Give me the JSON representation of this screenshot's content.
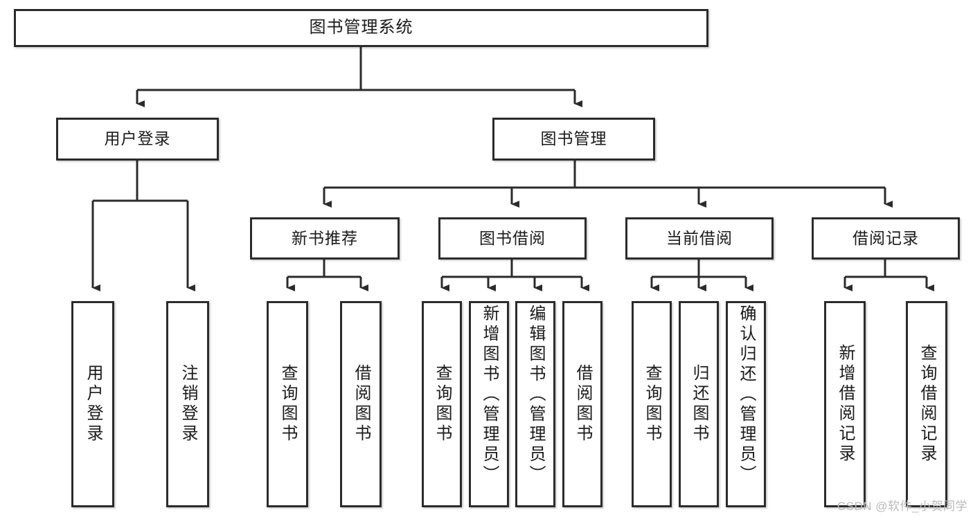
{
  "diagram": {
    "title_text": "图书管理系统",
    "type": "hierarchy-tree",
    "watermark": "CSDN @软件_小贺同学",
    "colors": {
      "stroke": "#2b2b2b",
      "fill": "#ffffff",
      "text": "#1a1a1a",
      "watermark": "#b9b9b9"
    },
    "nodes": {
      "root": {
        "label": "图书管理系统"
      },
      "level2": [
        {
          "label": "用户登录"
        },
        {
          "label": "图书管理"
        }
      ],
      "level3": [
        {
          "label": "新书推荐"
        },
        {
          "label": "图书借阅"
        },
        {
          "label": "当前借阅"
        },
        {
          "label": "借阅记录"
        }
      ],
      "leaves": {
        "user_login": [
          {
            "label": "用户登录"
          },
          {
            "label": "注销登录"
          }
        ],
        "new_book_recommend": [
          {
            "label": "查询图书"
          },
          {
            "label": "借阅图书"
          }
        ],
        "book_borrow": [
          {
            "label": "查询图书"
          },
          {
            "label": "新增图书（管理员）"
          },
          {
            "label": "编辑图书（管理员）"
          },
          {
            "label": "借阅图书"
          }
        ],
        "current_borrow": [
          {
            "label": "查询图书"
          },
          {
            "label": "归还图书"
          },
          {
            "label": "确认归还（管理员）"
          }
        ],
        "borrow_record": [
          {
            "label": "新增借阅记录"
          },
          {
            "label": "查询借阅记录"
          }
        ]
      }
    }
  }
}
